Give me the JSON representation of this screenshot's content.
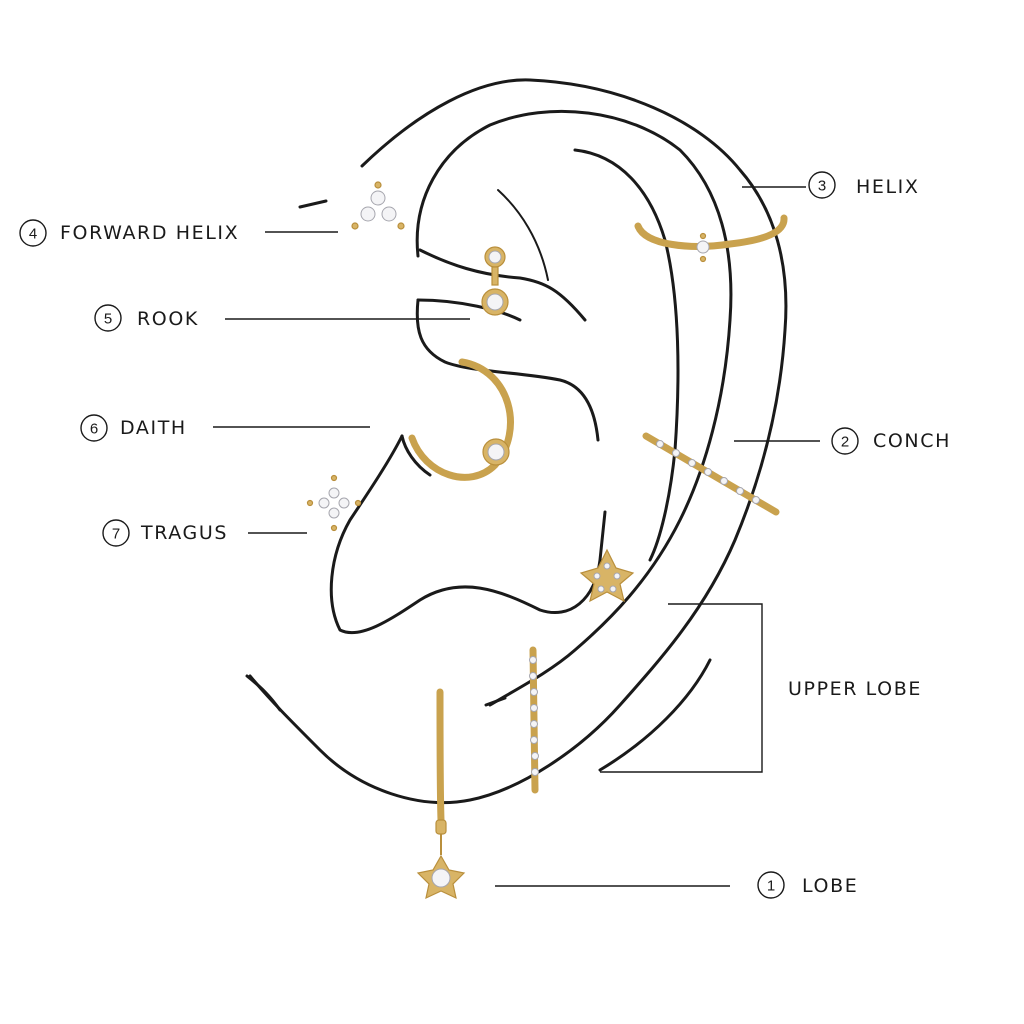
{
  "labels": {
    "lobe": {
      "number": "1",
      "text": "LOBE"
    },
    "conch": {
      "number": "2",
      "text": "CONCH"
    },
    "helix": {
      "number": "3",
      "text": "HELIX"
    },
    "forward_helix": {
      "number": "4",
      "text": "FORWARD HELIX"
    },
    "rook": {
      "number": "5",
      "text": "ROOK"
    },
    "daith": {
      "number": "6",
      "text": "DAITH"
    },
    "tragus": {
      "number": "7",
      "text": "TRAGUS"
    },
    "upper_lobe": {
      "text": "UPPER LOBE"
    }
  },
  "colors": {
    "line": "#1a1a1a",
    "gold": "#c9a24e",
    "gem": "#f4f4f6",
    "background": "#ffffff"
  },
  "icons": [
    "ear-outline",
    "jewelry-gold-pieces"
  ]
}
